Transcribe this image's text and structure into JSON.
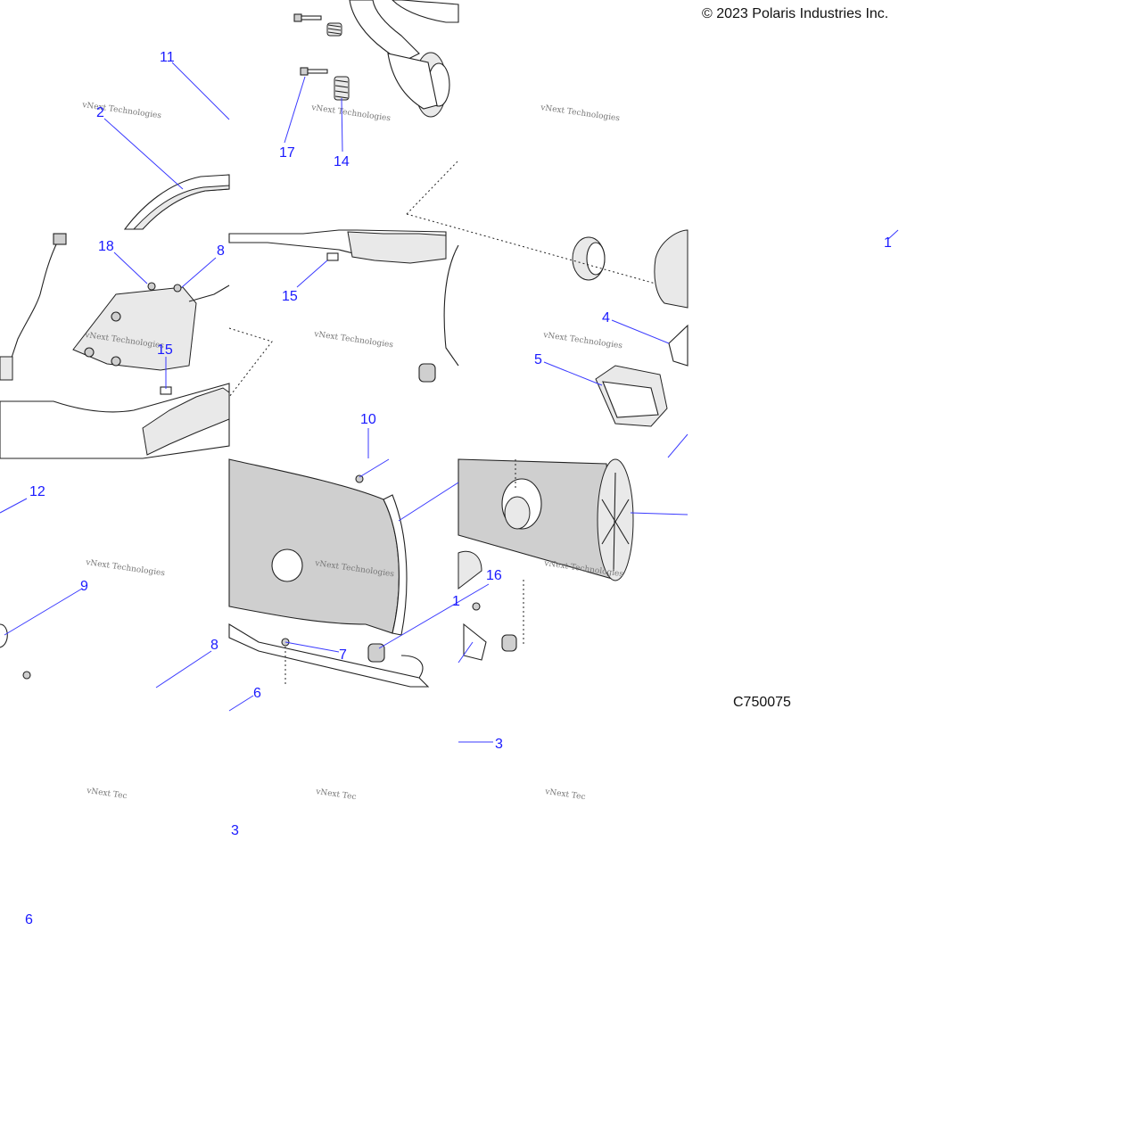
{
  "copyright": "© 2023 Polaris Industries Inc.",
  "figure_code": "C750075",
  "watermark_text": "vNext Technologies",
  "watermark_fragment": "vNext Tec",
  "callouts": [
    "11",
    "2",
    "17",
    "14",
    "18",
    "8",
    "15",
    "15",
    "1",
    "4",
    "5",
    "10",
    "12",
    "9",
    "8",
    "7",
    "6",
    "16",
    "1",
    "3",
    "3",
    "6"
  ],
  "colors": {
    "callout": "#1a1aff",
    "leader": "#3a3aff",
    "shade": "#cfcfcf"
  }
}
